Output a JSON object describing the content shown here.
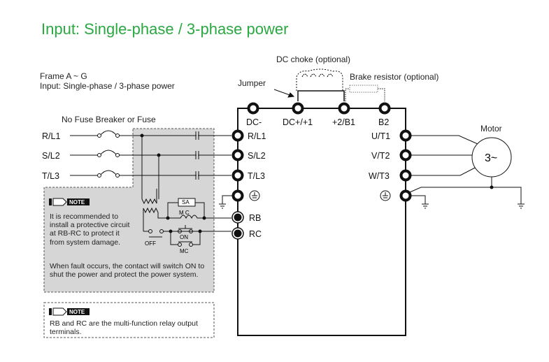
{
  "title": "Input: Single-phase / 3-phase power",
  "colors": {
    "title": "#2aa842",
    "shade": "#d6d6d6",
    "wire": "#111111"
  },
  "frame_label": "Frame A ~ G",
  "input_label": "Input: Single-phase / 3-phase power",
  "breaker_label": "No Fuse Breaker or Fuse",
  "dc_choke_label": "DC choke (optional)",
  "brake_resistor_label": "Brake resistor (optional)",
  "jumper_label": "Jumper",
  "motor_label": "Motor",
  "motor_symbol": "3~",
  "input_lines": [
    "R/L1",
    "S/L2",
    "T/L3"
  ],
  "top_terminals": [
    "DC-",
    "DC+/+1",
    "+2/B1",
    "B2"
  ],
  "left_terminals": [
    "R/L1",
    "S/L2",
    "T/L3",
    "ground",
    "RB",
    "RC"
  ],
  "right_terminals": [
    "U/T1",
    "V/T2",
    "W/T3",
    "ground"
  ],
  "relay_circuit": {
    "sa": "SA",
    "mc": "M C",
    "on": "ON",
    "off": "OFF",
    "mc2": "MC"
  },
  "note1": {
    "badge": "NOTE",
    "para1": "It is recommended to install a protective circuit at RB-RC to protect it from system damage.",
    "para2": "When fault occurs, the contact will switch ON to shut the power and protect the power system."
  },
  "note2": {
    "badge": "NOTE",
    "text": "RB and RC are the multi-function relay output terminals."
  }
}
